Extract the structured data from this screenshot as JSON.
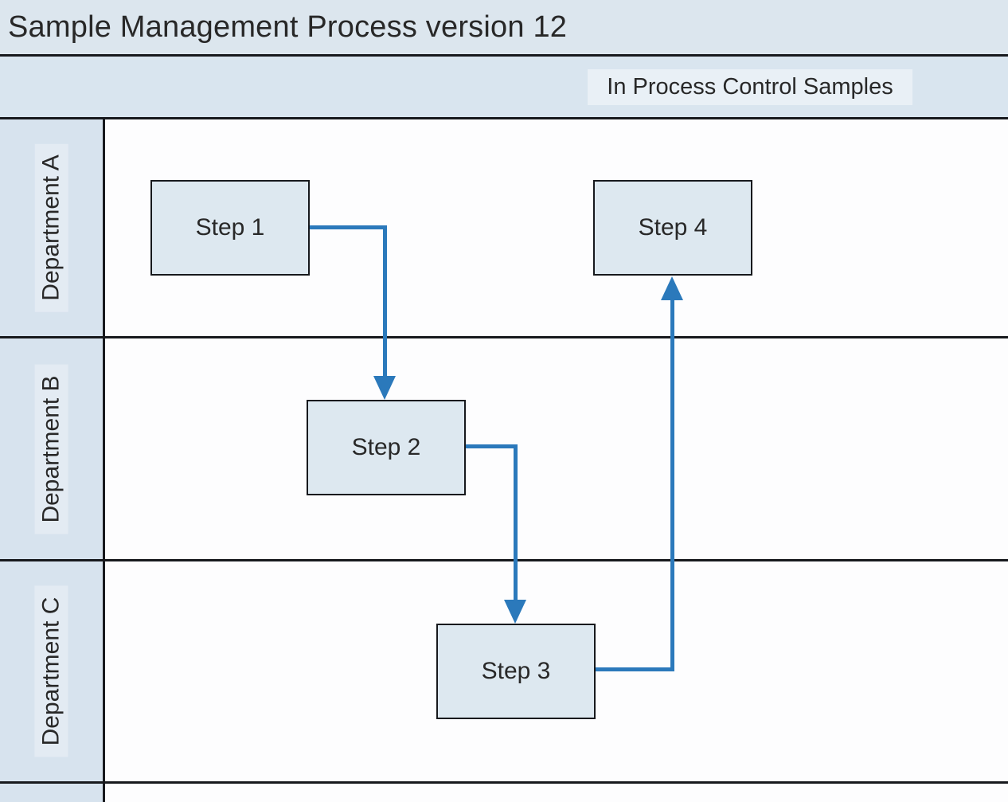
{
  "title": "Sample Management Process version 12",
  "header": {
    "label": "In Process Control Samples"
  },
  "lanes": [
    {
      "label": "Department A"
    },
    {
      "label": "Department B"
    },
    {
      "label": "Department C"
    },
    {
      "label": ""
    }
  ],
  "steps": [
    {
      "label": "Step 1",
      "lane": "Department A"
    },
    {
      "label": "Step 2",
      "lane": "Department B"
    },
    {
      "label": "Step 3",
      "lane": "Department C"
    },
    {
      "label": "Step 4",
      "lane": "Department A"
    }
  ],
  "connections": [
    {
      "from": "Step 1",
      "to": "Step 2"
    },
    {
      "from": "Step 2",
      "to": "Step 3"
    },
    {
      "from": "Step 3",
      "to": "Step 4"
    }
  ],
  "colors": {
    "band_background": "#dce6ee",
    "header_band_background": "#d9e5ef",
    "lane_label_background": "#d7e3ee",
    "box_fill": "#dde8f0",
    "box_border": "#17191d",
    "divider_line": "#17191d",
    "arrow": "#2b79bb",
    "text": "#282828",
    "lane_content_background": "#fdfdfe"
  }
}
